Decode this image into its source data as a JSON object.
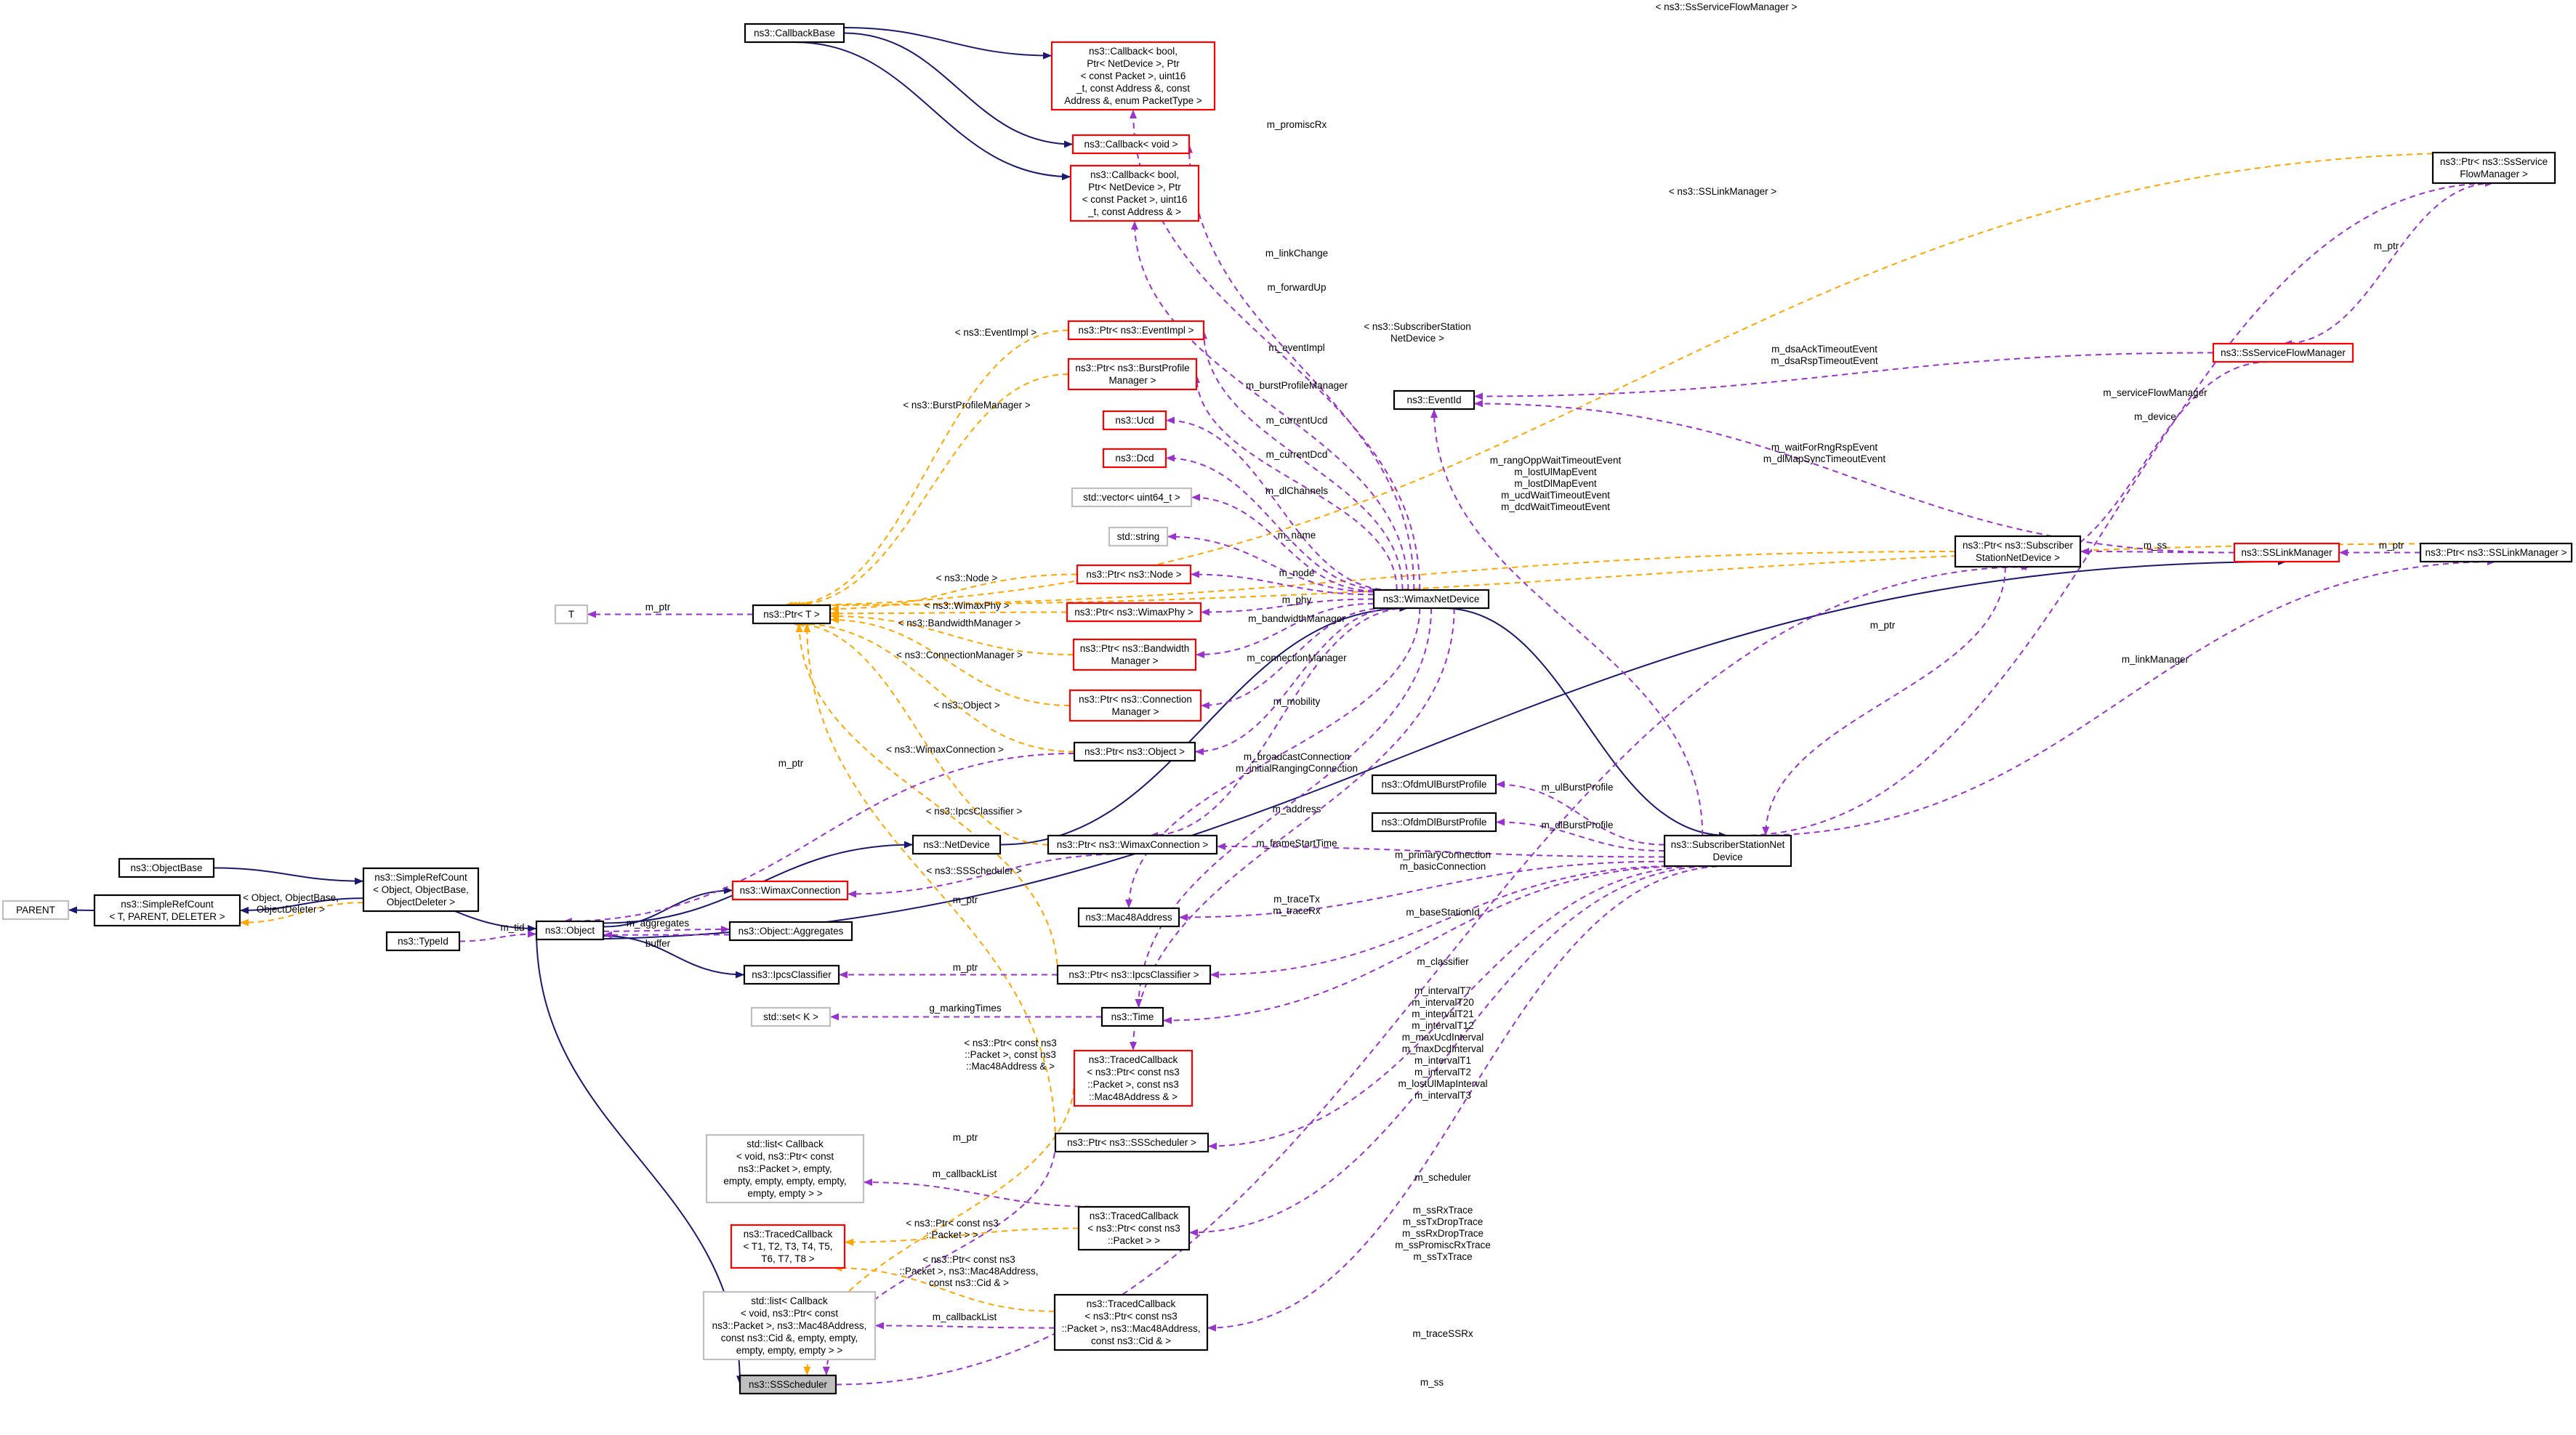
{
  "colors": {
    "inherit_edge": "#191970",
    "member_edge": "#9a32cd",
    "template_edge": "#ffa500",
    "node_border_normal": "#000000",
    "node_border_undocumented": "#ff0000",
    "node_border_external": "#bfbfbf",
    "focus_fill": "#bfbfbf"
  },
  "nodes": {
    "ssscheduler": [
      "ns3::SSScheduler"
    ],
    "object": [
      "ns3::Object"
    ],
    "simplerefcount": [
      "ns3::SimpleRefCount",
      "< Object, ObjectBase,",
      "ObjectDeleter >"
    ],
    "objectbase": [
      "ns3::ObjectBase"
    ],
    "simplerefcount_t": [
      "ns3::SimpleRefCount",
      "< T, PARENT, DELETER >"
    ],
    "parent": [
      "PARENT"
    ],
    "typeid": [
      "ns3::TypeId"
    ],
    "aggregates": [
      "ns3::Object::Aggregates"
    ],
    "wimaxconnection": [
      "ns3::WimaxConnection"
    ],
    "ipcsclassifier": [
      "ns3::IpcsClassifier"
    ],
    "netdevice": [
      "ns3::NetDevice"
    ],
    "wimaxnetdevice": [
      "ns3::WimaxNetDevice"
    ],
    "ssnetdevice": [
      "ns3::SubscriberStationNet",
      "Device"
    ],
    "callbackbase": [
      "ns3::CallbackBase"
    ],
    "cb_promisc": [
      "ns3::Callback< bool,",
      "Ptr< NetDevice >, Ptr",
      "< const Packet >, uint16",
      "_t, const Address &, const",
      "Address &, enum PacketType >"
    ],
    "cb_void": [
      "ns3::Callback< void >"
    ],
    "cb_forward": [
      "ns3::Callback< bool,",
      "Ptr< NetDevice >, Ptr",
      "< const Packet >, uint16",
      "_t, const Address & >"
    ],
    "ptr_eventimpl": [
      "ns3::Ptr< ns3::EventImpl >"
    ],
    "ptr_burst": [
      "ns3::Ptr< ns3::BurstProfile",
      "Manager >"
    ],
    "ucd": [
      "ns3::Ucd"
    ],
    "dcd": [
      "ns3::Dcd"
    ],
    "vector": [
      "std::vector< uint64_t >"
    ],
    "string": [
      "std::string"
    ],
    "ptr_node": [
      "ns3::Ptr< ns3::Node >"
    ],
    "ptr_phy": [
      "ns3::Ptr< ns3::WimaxPhy >"
    ],
    "ptr_bwm": [
      "ns3::Ptr< ns3::Bandwidth",
      "Manager >"
    ],
    "ptr_cm": [
      "ns3::Ptr< ns3::Connection",
      "Manager >"
    ],
    "ptr_object": [
      "ns3::Ptr< ns3::Object >"
    ],
    "ptr_t": [
      "ns3::Ptr< T >"
    ],
    "t": [
      "T"
    ],
    "ptr_wimaxconn": [
      "ns3::Ptr< ns3::WimaxConnection >"
    ],
    "mac48": [
      "ns3::Mac48Address"
    ],
    "ptr_ipcs": [
      "ns3::Ptr< ns3::IpcsClassifier >"
    ],
    "time": [
      "ns3::Time"
    ],
    "set_k": [
      "std::set< K >"
    ],
    "tcb_mac48": [
      "ns3::TracedCallback",
      "< ns3::Ptr< const ns3",
      "::Packet >, const ns3",
      "::Mac48Address & >"
    ],
    "ptr_sssched": [
      "ns3::Ptr< ns3::SSScheduler >"
    ],
    "list1": [
      "std::list< Callback",
      "< void, ns3::Ptr< const",
      "ns3::Packet >, empty,",
      "empty, empty, empty, empty,",
      "empty, empty > >"
    ],
    "tcb_generic": [
      "ns3::TracedCallback",
      "< T1, T2, T3, T4, T5,",
      "T6, T7, T8 >"
    ],
    "tcb_packet": [
      "ns3::TracedCallback",
      "< ns3::Ptr< const ns3",
      "::Packet > >"
    ],
    "list2": [
      "std::list< Callback",
      "< void, ns3::Ptr< const",
      "ns3::Packet >, ns3::Mac48Address,",
      "const ns3::Cid &, empty, empty,",
      "empty, empty, empty > >"
    ],
    "tcb_cid": [
      "ns3::TracedCallback",
      "< ns3::Ptr< const ns3",
      "::Packet >, ns3::Mac48Address,",
      "const ns3::Cid & >"
    ],
    "ofdmul": [
      "ns3::OfdmUlBurstProfile"
    ],
    "ofdmdl": [
      "ns3::OfdmDlBurstProfile"
    ],
    "eventid": [
      "ns3::EventId"
    ],
    "ssflowmgr": [
      "ns3::SsServiceFlowManager"
    ],
    "sslinkmgr": [
      "ns3::SSLinkManager"
    ],
    "ptr_ssnd": [
      "ns3::Ptr< ns3::Subscriber",
      "StationNetDevice >"
    ],
    "ptr_sslm": [
      "ns3::Ptr< ns3::SSLinkManager >"
    ],
    "ptr_ssfm": [
      "ns3::Ptr< ns3::SsService",
      "FlowManager >"
    ]
  },
  "edge_labels": {
    "m_tid": [
      "m_tid"
    ],
    "m_aggregates": [
      "m_aggregates"
    ],
    "buffer": [
      "buffer"
    ],
    "m_ptr": [
      "m_ptr"
    ],
    "tmpl_object": [
      "< Object, ObjectBase,",
      "ObjectDeleter >"
    ],
    "tmpl_eventimpl": [
      "< ns3::EventImpl >"
    ],
    "tmpl_burst": [
      "< ns3::BurstProfileManager >"
    ],
    "tmpl_node": [
      "< ns3::Node >"
    ],
    "tmpl_phy": [
      "< ns3::WimaxPhy >"
    ],
    "tmpl_bwm": [
      "< ns3::BandwidthManager >"
    ],
    "tmpl_cm": [
      "< ns3::ConnectionManager >"
    ],
    "tmpl_obj": [
      "< ns3::Object >"
    ],
    "tmpl_wc": [
      "< ns3::WimaxConnection >"
    ],
    "tmpl_ipcs": [
      "< ns3::IpcsClassifier >"
    ],
    "tmpl_sss": [
      "< ns3::SSScheduler >"
    ],
    "tmpl_ssnd": [
      "< ns3::SubscriberStation",
      "NetDevice >"
    ],
    "tmpl_sslm": [
      "< ns3::SSLinkManager >"
    ],
    "tmpl_ssfm": [
      "< ns3::SsServiceFlowManager >"
    ],
    "tmpl_tcb_mac": [
      "< ns3::Ptr< const ns3",
      "::Packet >, const ns3",
      "::Mac48Address & >"
    ],
    "tmpl_tcb_pkt": [
      "< ns3::Ptr< const ns3",
      "::Packet > >"
    ],
    "tmpl_tcb_cid": [
      "< ns3::Ptr< const ns3",
      "::Packet >, ns3::Mac48Address,",
      "const ns3::Cid & >"
    ],
    "m_promiscRx": [
      "m_promiscRx"
    ],
    "m_linkChange": [
      "m_linkChange"
    ],
    "m_forwardUp": [
      "m_forwardUp"
    ],
    "m_eventImpl": [
      "m_eventImpl"
    ],
    "m_burstProfileManager": [
      "m_burstProfileManager"
    ],
    "m_currentUcd": [
      "m_currentUcd"
    ],
    "m_currentDcd": [
      "m_currentDcd"
    ],
    "m_dlChannels": [
      "m_dlChannels"
    ],
    "m_name": [
      "m_name"
    ],
    "m_node": [
      "m_node"
    ],
    "m_phy": [
      "m_phy"
    ],
    "m_bandwidthManager": [
      "m_bandwidthManager"
    ],
    "m_connectionManager": [
      "m_connectionManager"
    ],
    "m_mobility": [
      "m_mobility"
    ],
    "m_bcast": [
      "m_broadcastConnection",
      "m_initialRangingConnection"
    ],
    "m_address": [
      "m_address"
    ],
    "m_frameStartTime": [
      "m_frameStartTime"
    ],
    "m_traceTx": [
      "m_traceTx",
      "m_traceRx"
    ],
    "m_primary": [
      "m_primaryConnection",
      "m_basicConnection"
    ],
    "m_baseStationId": [
      "m_baseStationId"
    ],
    "m_classifier": [
      "m_classifier"
    ],
    "m_intervals": [
      "m_intervalT7",
      "m_intervalT20",
      "m_intervalT21",
      "m_intervalT12",
      "m_maxUcdInterval",
      "m_maxDcdInterval",
      "m_intervalT1",
      "m_intervalT2",
      "m_lostUlMapInterval",
      "m_intervalT3"
    ],
    "g_markingTimes": [
      "g_markingTimes"
    ],
    "m_scheduler": [
      "m_scheduler"
    ],
    "m_callbackList": [
      "m_callbackList"
    ],
    "m_ssTrace": [
      "m_ssRxTrace",
      "m_ssTxDropTrace",
      "m_ssRxDropTrace",
      "m_ssPromiscRxTrace",
      "m_ssTxTrace"
    ],
    "m_traceSSRx": [
      "m_traceSSRx"
    ],
    "m_ss": [
      "m_ss"
    ],
    "m_ulBurstProfile": [
      "m_ulBurstProfile"
    ],
    "m_dlBurstProfile": [
      "m_dlBurstProfile"
    ],
    "m_events": [
      "m_rangOppWaitTimeoutEvent",
      "m_lostUlMapEvent",
      "m_lostDlMapEvent",
      "m_ucdWaitTimeoutEvent",
      "m_dcdWaitTimeoutEvent"
    ],
    "m_dsa": [
      "m_dsaAckTimeoutEvent",
      "m_dsaRspTimeoutEvent"
    ],
    "m_waitFor": [
      "m_waitForRngRspEvent",
      "m_dlMapSyncTimeoutEvent"
    ],
    "m_serviceFlowManager": [
      "m_serviceFlowManager"
    ],
    "m_device": [
      "m_device"
    ],
    "m_linkManager": [
      "m_linkManager"
    ]
  }
}
